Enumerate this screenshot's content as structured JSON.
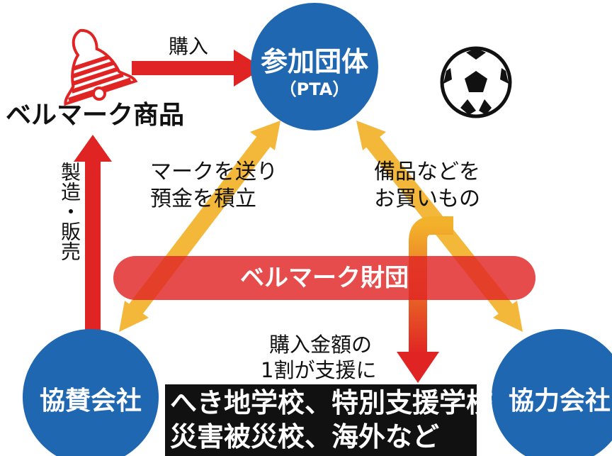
{
  "colors": {
    "circle_blue": "#1f67b1",
    "arrow_red": "#e02424",
    "arrow_yellow": "#f2b12a",
    "band_red": "#e02424",
    "text_black": "#111111"
  },
  "participant": {
    "name": "参加団体",
    "sub": "（PTA）"
  },
  "bellmark_goods": {
    "label": "ベルマーク商品"
  },
  "sponsor": {
    "name": "協賛会社"
  },
  "cooperator": {
    "name": "協力会社"
  },
  "foundation": {
    "name": "ベルマーク財団"
  },
  "flows": {
    "purchase": "購入",
    "manufacture": "製造・販売",
    "send_marks_line1": "マークを送り",
    "send_marks_line2": "預金を積立",
    "shopping_line1": "備品などを",
    "shopping_line2": "お買いもの",
    "support_line1": "購入金額の",
    "support_line2": "1割が支援に"
  },
  "beneficiaries": {
    "line1": "へき地学校、特別支援学校",
    "line2": "災害被災校、海外など"
  },
  "icons": {
    "bell": "bell-icon",
    "soccer_ball": "soccer-ball-icon"
  }
}
